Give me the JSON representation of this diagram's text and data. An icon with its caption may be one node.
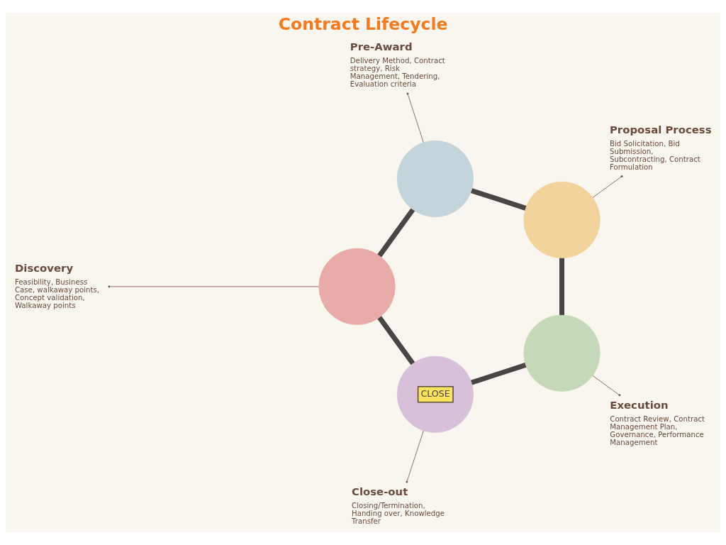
{
  "diagram": {
    "title": "Contract Lifecycle",
    "nodes": [
      {
        "text": [
          "Discovery",
          "Feasibility, Business Case, walkaway points, Concept validation, Walkaway points"
        ]
      },
      {
        "text": [],
        "shape": "circle"
      },
      {
        "text": [
          "Close-out",
          "Closing/Termination, Handing over, Knowledge Transfer"
        ]
      },
      {
        "text": [
          "Pre-Award",
          "Delivery Method, Contract strategy, Risk Management, Tendering, Evaluation criteria"
        ]
      },
      {
        "text": [
          "CLOSE"
        ]
      },
      {
        "text": [],
        "shape": "circle"
      },
      {
        "text": [],
        "shape": "circle"
      },
      {
        "text": [],
        "shape": "circle"
      },
      {
        "text": [
          "Execution",
          "Contract Review, Contract Management Plan, Governance, Performance Management"
        ]
      },
      {
        "text": [
          "Proposal Process",
          "Bid Solicitation, Bid Submission, Subcontracting, Contract Formulation"
        ]
      }
    ],
    "edges": [
      {
        "from": 1,
        "to": 5,
        "arrow": "none",
        "style": "thick",
        "color": "#4a4545"
      },
      {
        "from": 5,
        "to": 7,
        "arrow": "none",
        "style": "thick",
        "color": "#4a4545"
      },
      {
        "from": 7,
        "to": 6,
        "arrow": "none",
        "style": "thick",
        "color": "#4a4545"
      },
      {
        "from": 6,
        "to": 4,
        "arrow": "none",
        "style": "thick",
        "color": "#4a4545"
      },
      {
        "from": 4,
        "to": 1,
        "arrow": "none",
        "style": "thick",
        "color": "#4a4545"
      },
      {
        "from": 0,
        "to": 1,
        "arrow": "other"
      },
      {
        "from": 3,
        "to": 5,
        "arrow": "other"
      },
      {
        "from": 9,
        "to": 7,
        "arrow": "other"
      },
      {
        "from": 8,
        "to": 6,
        "arrow": "other"
      },
      {
        "from": 2,
        "to": 4,
        "arrow": "other"
      }
    ]
  }
}
